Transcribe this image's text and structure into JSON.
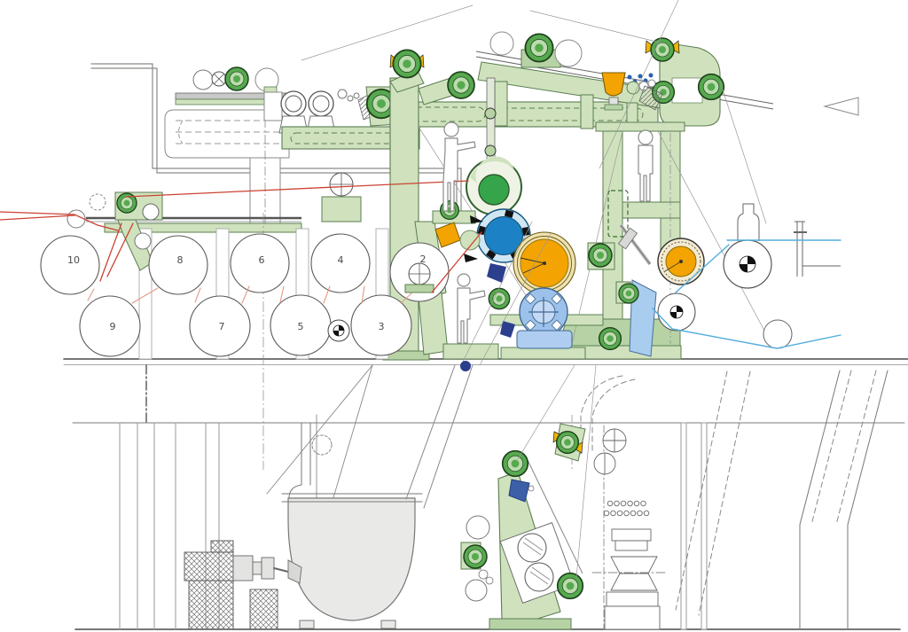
{
  "diagram": {
    "type": "paper-machine-coating-section-schematic",
    "cylinder_labels": [
      "10",
      "9",
      "8",
      "7",
      "6",
      "5",
      "4",
      "3",
      "2"
    ],
    "colors": {
      "machine_green_light": "#cfe2bd",
      "machine_green_mid": "#b7d3a5",
      "roller_green": "#57a94f",
      "accent_green": "#36a44a",
      "press_cylinder_blue": "#1d82c5",
      "coating_orange": "#f3a402",
      "motor_light_blue": "#9cc2ec",
      "applicator_navy": "#2b3f8c",
      "clamp_yellow": "#f0b400",
      "web_red": "#cc4233",
      "felt_salmon": "#e59a86",
      "web_cyan": "#52aede",
      "outline_gray": "#7a7a78"
    },
    "component_names": [
      "dryer-cylinders",
      "paper-web-red",
      "coated-web-cyan",
      "film-press-rolls",
      "coater-head",
      "drive-motor",
      "operator-figures",
      "broke-pulper",
      "foundation-blocks",
      "air-ducts",
      "fan-unit",
      "reel-spool-stands",
      "guide-rollers",
      "machine-frame"
    ]
  }
}
